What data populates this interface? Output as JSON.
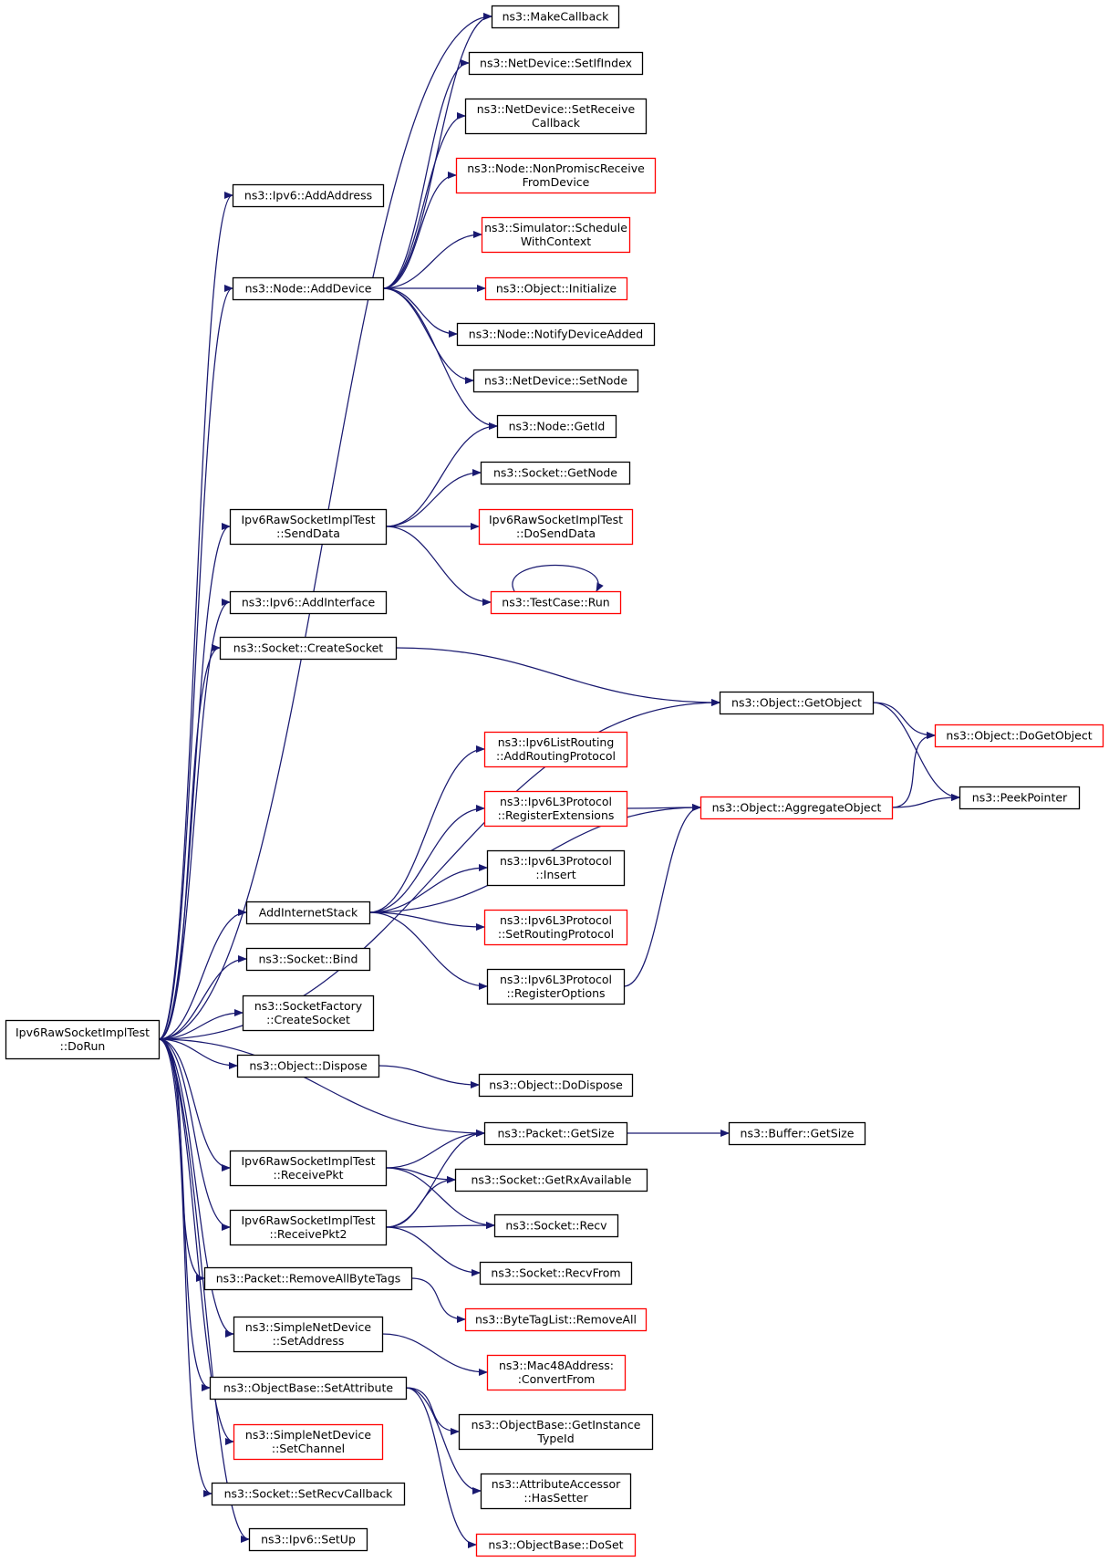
{
  "colors": {
    "edge": "#191970",
    "border_default": "#000000",
    "border_truncated": "#ff0000",
    "root_fill": "#bfbfbf",
    "node_fill": "#ffffff"
  },
  "nodes": [
    {
      "id": "root",
      "lines": [
        "Ipv6RawSocketImplTest",
        "::DoRun"
      ],
      "style": "root"
    },
    {
      "id": "makecallback",
      "lines": [
        "ns3::MakeCallback"
      ],
      "style": "normal"
    },
    {
      "id": "setifindex",
      "lines": [
        "ns3::NetDevice::SetIfIndex"
      ],
      "style": "normal"
    },
    {
      "id": "setreceivecallback",
      "lines": [
        "ns3::NetDevice::SetReceive",
        "Callback"
      ],
      "style": "normal"
    },
    {
      "id": "nonpromisc",
      "lines": [
        "ns3::Node::NonPromiscReceive",
        "FromDevice"
      ],
      "style": "truncated"
    },
    {
      "id": "schedulewithcontext",
      "lines": [
        "ns3::Simulator::Schedule",
        "WithContext"
      ],
      "style": "truncated"
    },
    {
      "id": "ipv6addaddress",
      "lines": [
        "ns3::Ipv6::AddAddress"
      ],
      "style": "normal"
    },
    {
      "id": "nodeadddevice",
      "lines": [
        "ns3::Node::AddDevice"
      ],
      "style": "normal"
    },
    {
      "id": "objectinitialize",
      "lines": [
        "ns3::Object::Initialize"
      ],
      "style": "truncated"
    },
    {
      "id": "notifydeviceadded",
      "lines": [
        "ns3::Node::NotifyDeviceAdded"
      ],
      "style": "normal"
    },
    {
      "id": "netdevicesetnode",
      "lines": [
        "ns3::NetDevice::SetNode"
      ],
      "style": "normal"
    },
    {
      "id": "nodegetid",
      "lines": [
        "ns3::Node::GetId"
      ],
      "style": "normal"
    },
    {
      "id": "socketgetnode",
      "lines": [
        "ns3::Socket::GetNode"
      ],
      "style": "normal"
    },
    {
      "id": "senddata",
      "lines": [
        "Ipv6RawSocketImplTest",
        "::SendData"
      ],
      "style": "normal"
    },
    {
      "id": "dosenddata",
      "lines": [
        "Ipv6RawSocketImplTest",
        "::DoSendData"
      ],
      "style": "truncated"
    },
    {
      "id": "testcaserun",
      "lines": [
        "ns3::TestCase::Run"
      ],
      "style": "truncated"
    },
    {
      "id": "ipv6addinterface",
      "lines": [
        "ns3::Ipv6::AddInterface"
      ],
      "style": "normal"
    },
    {
      "id": "socketcreatesocket",
      "lines": [
        "ns3::Socket::CreateSocket"
      ],
      "style": "normal"
    },
    {
      "id": "objectgetobject",
      "lines": [
        "ns3::Object::GetObject"
      ],
      "style": "normal"
    },
    {
      "id": "objectdogetobject",
      "lines": [
        "ns3::Object::DoGetObject"
      ],
      "style": "truncated"
    },
    {
      "id": "addroutingprotocol",
      "lines": [
        "ns3::Ipv6ListRouting",
        "::AddRoutingProtocol"
      ],
      "style": "truncated"
    },
    {
      "id": "registerextensions",
      "lines": [
        "ns3::Ipv6L3Protocol",
        "::RegisterExtensions"
      ],
      "style": "truncated"
    },
    {
      "id": "aggregateobject",
      "lines": [
        "ns3::Object::AggregateObject"
      ],
      "style": "truncated"
    },
    {
      "id": "peekpointer",
      "lines": [
        "ns3::PeekPointer"
      ],
      "style": "normal"
    },
    {
      "id": "l3insert",
      "lines": [
        "ns3::Ipv6L3Protocol",
        "::Insert"
      ],
      "style": "normal"
    },
    {
      "id": "addinternetstack",
      "lines": [
        "AddInternetStack"
      ],
      "style": "normal"
    },
    {
      "id": "setroutingprotocol",
      "lines": [
        "ns3::Ipv6L3Protocol",
        "::SetRoutingProtocol"
      ],
      "style": "truncated"
    },
    {
      "id": "socketbind",
      "lines": [
        "ns3::Socket::Bind"
      ],
      "style": "normal"
    },
    {
      "id": "registeroptions",
      "lines": [
        "ns3::Ipv6L3Protocol",
        "::RegisterOptions"
      ],
      "style": "normal"
    },
    {
      "id": "socketfactorycreate",
      "lines": [
        "ns3::SocketFactory",
        "::CreateSocket"
      ],
      "style": "normal"
    },
    {
      "id": "objectdispose",
      "lines": [
        "ns3::Object::Dispose"
      ],
      "style": "normal"
    },
    {
      "id": "objectdodispose",
      "lines": [
        "ns3::Object::DoDispose"
      ],
      "style": "normal"
    },
    {
      "id": "packetgetsize",
      "lines": [
        "ns3::Packet::GetSize"
      ],
      "style": "normal"
    },
    {
      "id": "buffergetsize",
      "lines": [
        "ns3::Buffer::GetSize"
      ],
      "style": "normal"
    },
    {
      "id": "receivepkt",
      "lines": [
        "Ipv6RawSocketImplTest",
        "::ReceivePkt"
      ],
      "style": "normal"
    },
    {
      "id": "getrxavailable",
      "lines": [
        "ns3::Socket::GetRxAvailable"
      ],
      "style": "normal"
    },
    {
      "id": "socketrecv",
      "lines": [
        "ns3::Socket::Recv"
      ],
      "style": "normal"
    },
    {
      "id": "receivepkt2",
      "lines": [
        "Ipv6RawSocketImplTest",
        "::ReceivePkt2"
      ],
      "style": "normal"
    },
    {
      "id": "socketrecvfrom",
      "lines": [
        "ns3::Socket::RecvFrom"
      ],
      "style": "normal"
    },
    {
      "id": "removeallbytetags",
      "lines": [
        "ns3::Packet::RemoveAllByteTags"
      ],
      "style": "normal"
    },
    {
      "id": "bytetaglistremoveall",
      "lines": [
        "ns3::ByteTagList::RemoveAll"
      ],
      "style": "truncated"
    },
    {
      "id": "simplenetdevicesetaddress",
      "lines": [
        "ns3::SimpleNetDevice",
        "::SetAddress"
      ],
      "style": "normal"
    },
    {
      "id": "mac48convertfrom",
      "lines": [
        "ns3::Mac48Address:",
        ":ConvertFrom"
      ],
      "style": "truncated"
    },
    {
      "id": "objectbasesetattribute",
      "lines": [
        "ns3::ObjectBase::SetAttribute"
      ],
      "style": "normal"
    },
    {
      "id": "getinstancetypeid",
      "lines": [
        "ns3::ObjectBase::GetInstance",
        "TypeId"
      ],
      "style": "normal"
    },
    {
      "id": "simplenetdevicesetchannel",
      "lines": [
        "ns3::SimpleNetDevice",
        "::SetChannel"
      ],
      "style": "truncated"
    },
    {
      "id": "hassetter",
      "lines": [
        "ns3::AttributeAccessor",
        "::HasSetter"
      ],
      "style": "normal"
    },
    {
      "id": "setrecvcallback",
      "lines": [
        "ns3::Socket::SetRecvCallback"
      ],
      "style": "normal"
    },
    {
      "id": "ipv6setup",
      "lines": [
        "ns3::Ipv6::SetUp"
      ],
      "style": "normal"
    },
    {
      "id": "objectbasedoset",
      "lines": [
        "ns3::ObjectBase::DoSet"
      ],
      "style": "truncated"
    }
  ],
  "edges": [
    [
      "root",
      "ipv6addaddress"
    ],
    [
      "root",
      "makecallback"
    ],
    [
      "root",
      "nodeadddevice"
    ],
    [
      "root",
      "senddata"
    ],
    [
      "root",
      "ipv6addinterface"
    ],
    [
      "root",
      "socketcreatesocket"
    ],
    [
      "root",
      "objectgetobject"
    ],
    [
      "root",
      "addinternetstack"
    ],
    [
      "root",
      "socketbind"
    ],
    [
      "root",
      "socketfactorycreate"
    ],
    [
      "root",
      "objectdispose"
    ],
    [
      "root",
      "packetgetsize"
    ],
    [
      "root",
      "receivepkt"
    ],
    [
      "root",
      "receivepkt2"
    ],
    [
      "root",
      "removeallbytetags"
    ],
    [
      "root",
      "simplenetdevicesetaddress"
    ],
    [
      "root",
      "objectbasesetattribute"
    ],
    [
      "root",
      "simplenetdevicesetchannel"
    ],
    [
      "root",
      "setrecvcallback"
    ],
    [
      "root",
      "ipv6setup"
    ],
    [
      "nodeadddevice",
      "makecallback"
    ],
    [
      "nodeadddevice",
      "setifindex"
    ],
    [
      "nodeadddevice",
      "setreceivecallback"
    ],
    [
      "nodeadddevice",
      "nonpromisc"
    ],
    [
      "nodeadddevice",
      "schedulewithcontext"
    ],
    [
      "nodeadddevice",
      "objectinitialize"
    ],
    [
      "nodeadddevice",
      "notifydeviceadded"
    ],
    [
      "nodeadddevice",
      "netdevicesetnode"
    ],
    [
      "nodeadddevice",
      "nodegetid"
    ],
    [
      "senddata",
      "nodegetid"
    ],
    [
      "senddata",
      "socketgetnode"
    ],
    [
      "senddata",
      "dosenddata"
    ],
    [
      "senddata",
      "testcaserun"
    ],
    [
      "testcaserun",
      "testcaserun"
    ],
    [
      "socketcreatesocket",
      "objectgetobject"
    ],
    [
      "objectgetobject",
      "objectdogetobject"
    ],
    [
      "objectgetobject",
      "peekpointer"
    ],
    [
      "addinternetstack",
      "addroutingprotocol"
    ],
    [
      "addinternetstack",
      "registerextensions"
    ],
    [
      "addinternetstack",
      "l3insert"
    ],
    [
      "addinternetstack",
      "setroutingprotocol"
    ],
    [
      "addinternetstack",
      "registeroptions"
    ],
    [
      "addinternetstack",
      "aggregateobject"
    ],
    [
      "registerextensions",
      "aggregateobject"
    ],
    [
      "registeroptions",
      "aggregateobject"
    ],
    [
      "aggregateobject",
      "objectdogetobject"
    ],
    [
      "aggregateobject",
      "peekpointer"
    ],
    [
      "objectdispose",
      "objectdodispose"
    ],
    [
      "packetgetsize",
      "buffergetsize"
    ],
    [
      "receivepkt",
      "packetgetsize"
    ],
    [
      "receivepkt",
      "getrxavailable"
    ],
    [
      "receivepkt",
      "socketrecv"
    ],
    [
      "receivepkt2",
      "packetgetsize"
    ],
    [
      "receivepkt2",
      "getrxavailable"
    ],
    [
      "receivepkt2",
      "socketrecv"
    ],
    [
      "receivepkt2",
      "socketrecvfrom"
    ],
    [
      "removeallbytetags",
      "bytetaglistremoveall"
    ],
    [
      "simplenetdevicesetaddress",
      "mac48convertfrom"
    ],
    [
      "objectbasesetattribute",
      "getinstancetypeid"
    ],
    [
      "objectbasesetattribute",
      "hassetter"
    ],
    [
      "objectbasesetattribute",
      "objectbasedoset"
    ]
  ]
}
